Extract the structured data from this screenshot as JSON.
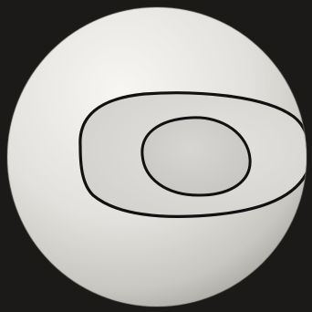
{
  "scene": {
    "colors": {
      "background": "#1b1a18",
      "sphere_highlight": "#f7f6f3",
      "sphere_mid": "#dedcd8",
      "sphere_shadow": "#a9a7a2",
      "outer_loop_fill": "#dcdad6",
      "inner_loop_fill": "#cfcdc9",
      "contour_stroke": "#111111"
    },
    "objects": [
      "sphere",
      "outer-contour-loop",
      "inner-contour-loop"
    ]
  }
}
